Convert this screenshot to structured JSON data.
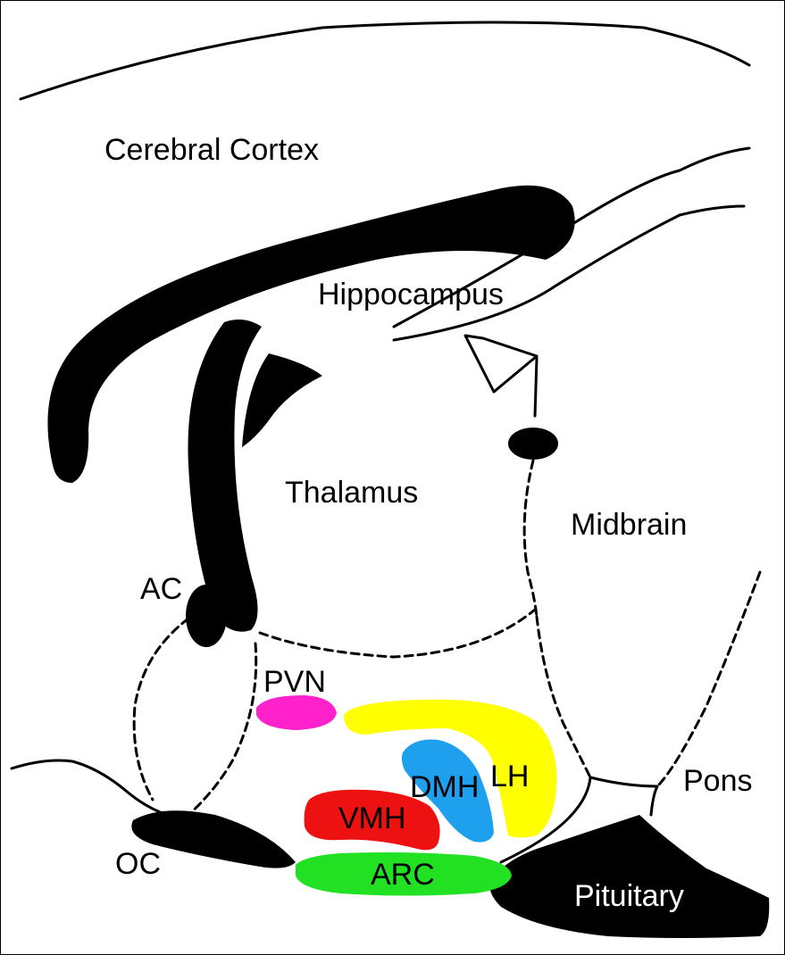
{
  "labels": {
    "cerebral_cortex": "Cerebral Cortex",
    "hippocampus": "Hippocampus",
    "thalamus": "Thalamus",
    "midbrain": "Midbrain",
    "ac": "AC",
    "pvn": "PVN",
    "dmh": "DMH",
    "lh": "LH",
    "vmh": "VMH",
    "arc": "ARC",
    "oc": "OC",
    "pons": "Pons",
    "pituitary": "Pituitary"
  },
  "colors": {
    "pvn": "#ff22cc",
    "lh": "#ffff00",
    "dmh": "#1fa0ee",
    "vmh": "#ee1111",
    "arc": "#22e022",
    "structure": "#000000"
  }
}
